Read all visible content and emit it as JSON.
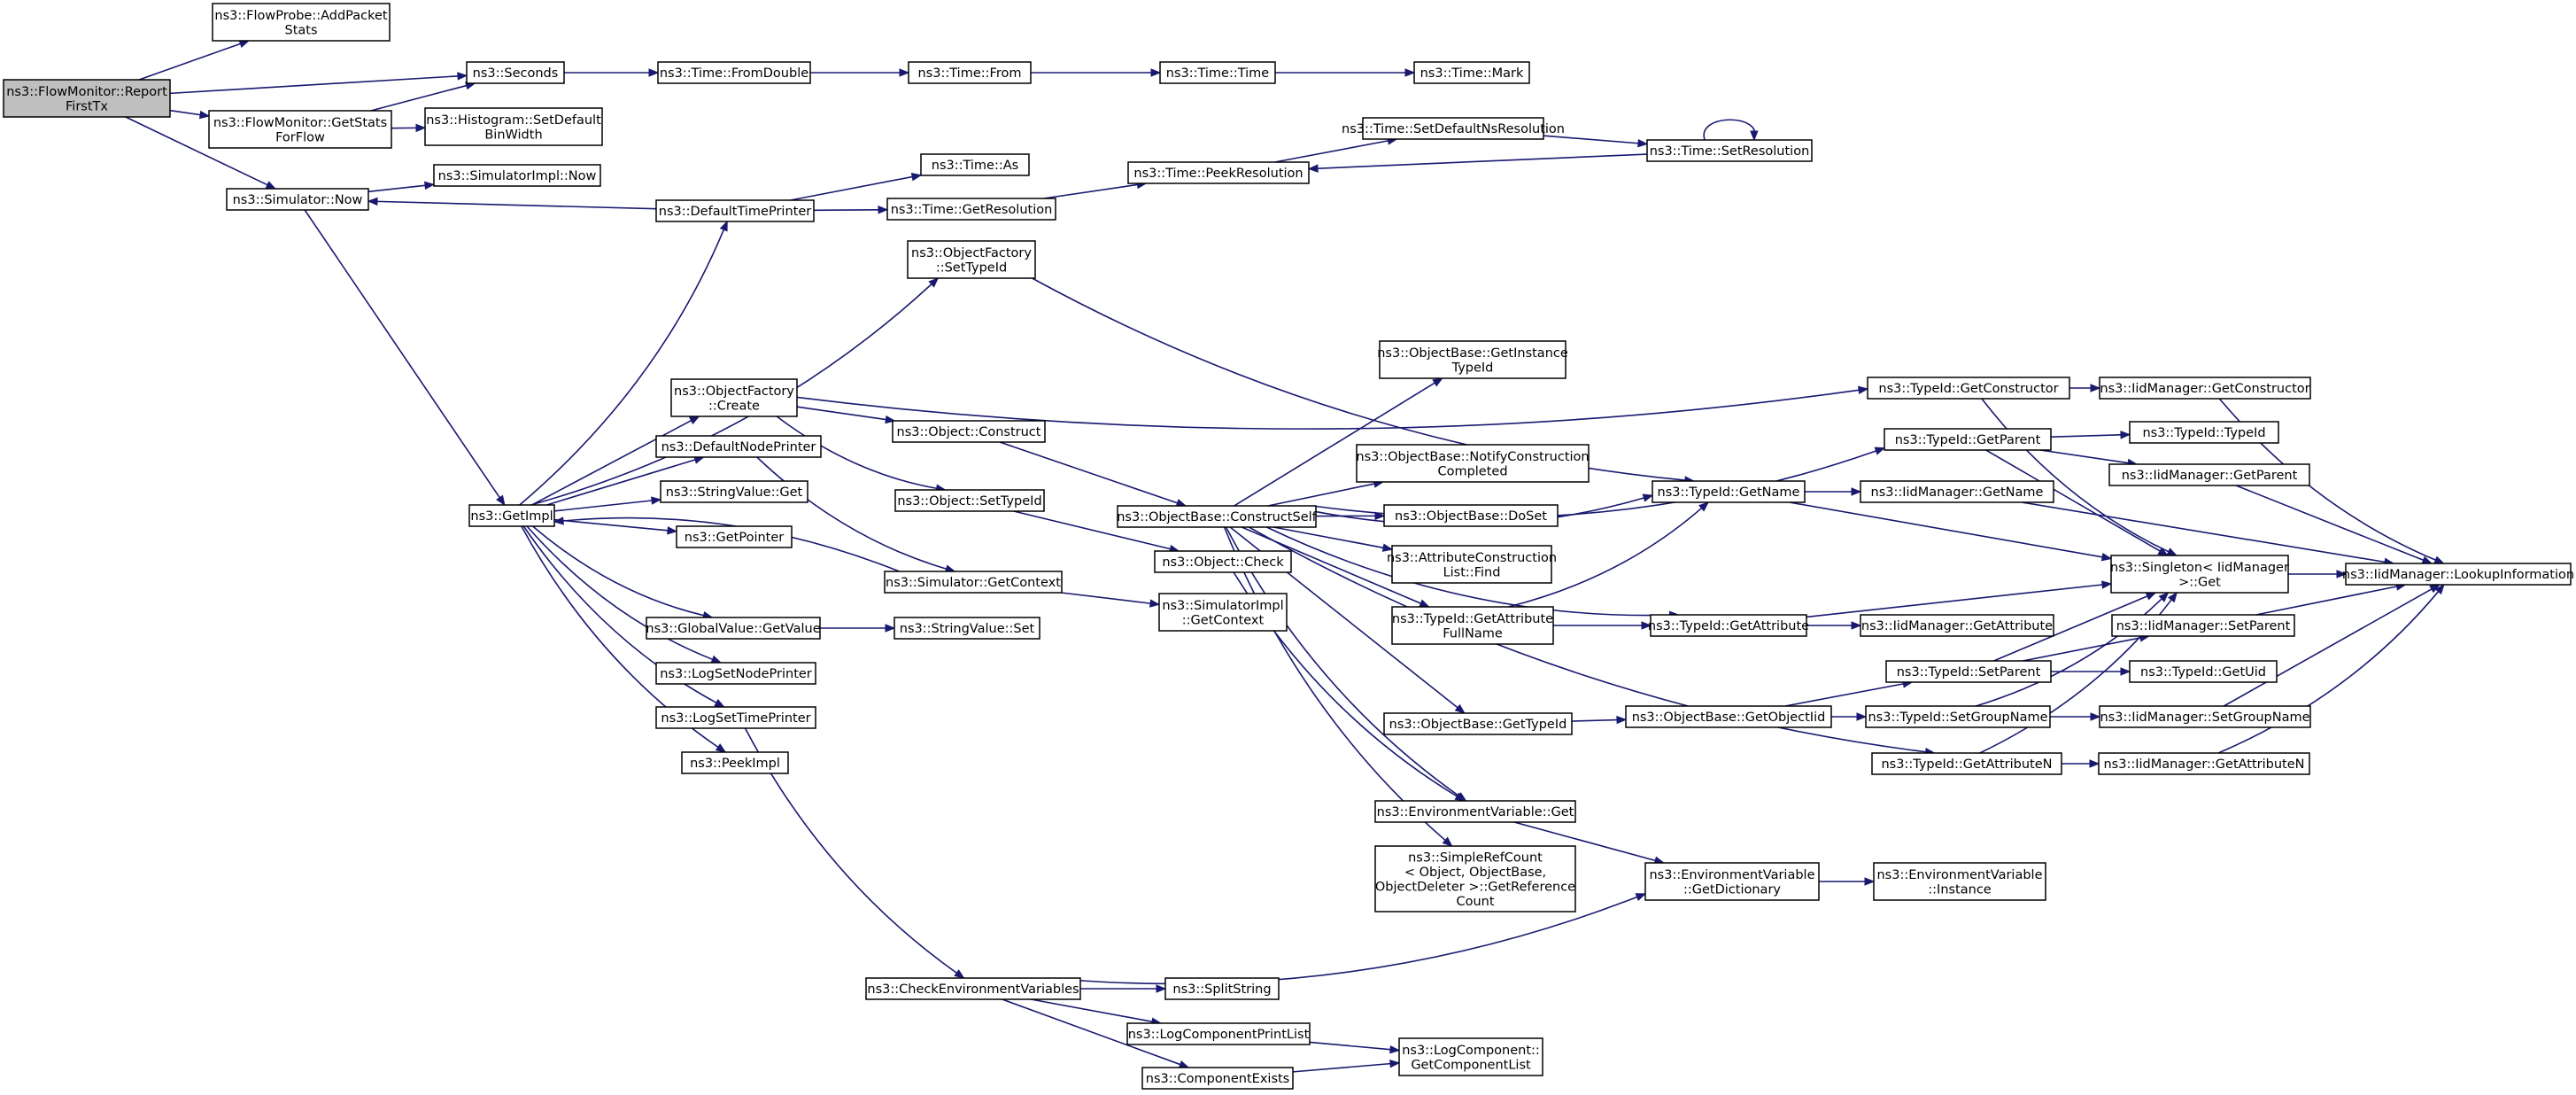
{
  "colors": {
    "edge": "#191970",
    "node_border": "#000000",
    "root_fill": "#bfbfbf",
    "node_fill": "#ffffff"
  },
  "nodes": {
    "root": [
      "ns3::FlowMonitor::Report",
      "FirstTx"
    ],
    "addpacket": [
      "ns3::FlowProbe::AddPacket",
      "Stats"
    ],
    "seconds": [
      "ns3::Seconds"
    ],
    "getstats": [
      "ns3::FlowMonitor::GetStats",
      "ForFlow"
    ],
    "histo": [
      "ns3::Histogram::SetDefault",
      "BinWidth"
    ],
    "simnow": [
      "ns3::Simulator::Now"
    ],
    "fromdouble": [
      "ns3::Time::FromDouble"
    ],
    "from": [
      "ns3::Time::From"
    ],
    "time": [
      "ns3::Time::Time"
    ],
    "mark": [
      "ns3::Time::Mark"
    ],
    "simimplnow": [
      "ns3::SimulatorImpl::Now"
    ],
    "defprinter": [
      "ns3::DefaultTimePrinter"
    ],
    "as": [
      "ns3::Time::As"
    ],
    "getres": [
      "ns3::Time::GetResolution"
    ],
    "peekres": [
      "ns3::Time::PeekResolution"
    ],
    "setdefns": [
      "ns3::Time::SetDefaultNsResolution"
    ],
    "setres": [
      "ns3::Time::SetResolution"
    ],
    "ofsettypeid": [
      "ns3::ObjectFactory",
      "::SetTypeId"
    ],
    "getimpl": [
      "ns3::GetImpl"
    ],
    "ofcreate": [
      "ns3::ObjectFactory",
      "::Create"
    ],
    "defnodeprinter": [
      "ns3::DefaultNodePrinter"
    ],
    "strget": [
      "ns3::StringValue::Get"
    ],
    "getpointer": [
      "ns3::GetPointer"
    ],
    "gvget": [
      "ns3::GlobalValue::GetValue"
    ],
    "logsetnode": [
      "ns3::LogSetNodePrinter"
    ],
    "logsettime": [
      "ns3::LogSetTimePrinter"
    ],
    "peekimpl": [
      "ns3::PeekImpl"
    ],
    "objconstruct": [
      "ns3::Object::Construct"
    ],
    "objsettypeid": [
      "ns3::Object::SetTypeId"
    ],
    "simgetctx": [
      "ns3::Simulator::GetContext"
    ],
    "strset": [
      "ns3::StringValue::Set"
    ],
    "constructself": [
      "ns3::ObjectBase::ConstructSelf"
    ],
    "objcheck": [
      "ns3::Object::Check"
    ],
    "simimplctx": [
      "ns3::SimulatorImpl",
      "::GetContext"
    ],
    "getinsttid": [
      "ns3::ObjectBase::GetInstance",
      "TypeId"
    ],
    "notifyconst": [
      "ns3::ObjectBase::NotifyConstruction",
      "Completed"
    ],
    "doset": [
      "ns3::ObjectBase::DoSet"
    ],
    "attrfind": [
      "ns3::AttributeConstruction",
      "List::Find"
    ],
    "getattrfull": [
      "ns3::TypeId::GetAttribute",
      "FullName"
    ],
    "obgettid": [
      "ns3::ObjectBase::GetTypeId"
    ],
    "envget": [
      "ns3::EnvironmentVariable::Get"
    ],
    "simplerc": [
      "ns3::SimpleRefCount",
      "< Object, ObjectBase,",
      "ObjectDeleter >::GetReference",
      "Count"
    ],
    "tidgetname": [
      "ns3::TypeId::GetName"
    ],
    "tidgetattr": [
      "ns3::TypeId::GetAttribute"
    ],
    "getobjtid": [
      "ns3::ObjectBase::GetObjectIid"
    ],
    "envdict": [
      "ns3::EnvironmentVariable",
      "::GetDictionary"
    ],
    "checkenv": [
      "ns3::CheckEnvironmentVariables"
    ],
    "splitstr": [
      "ns3::SplitString"
    ],
    "logprint": [
      "ns3::LogComponentPrintList"
    ],
    "compexists": [
      "ns3::ComponentExists"
    ],
    "logcomplist": [
      "ns3::LogComponent::",
      "GetComponentList"
    ],
    "envinst": [
      "ns3::EnvironmentVariable",
      "::Instance"
    ],
    "tidgetctor": [
      "ns3::TypeId::GetConstructor"
    ],
    "tidgetparent": [
      "ns3::TypeId::GetParent"
    ],
    "tidsetparent": [
      "ns3::TypeId::SetParent"
    ],
    "tidsetgroup": [
      "ns3::TypeId::SetGroupName"
    ],
    "tidgetattrn": [
      "ns3::TypeId::GetAttributeN"
    ],
    "iidgetname": [
      "ns3::IidManager::GetName"
    ],
    "iidgetattr": [
      "ns3::IidManager::GetAttribute"
    ],
    "singleton": [
      "ns3::Singleton< IidManager",
      " >::Get"
    ],
    "iidgetctor": [
      "ns3::IidManager::GetConstructor"
    ],
    "tidtypeid": [
      "ns3::TypeId::TypeId"
    ],
    "iidgetparent": [
      "ns3::IidManager::GetParent"
    ],
    "iidsetparent": [
      "ns3::IidManager::SetParent"
    ],
    "tidgetuid": [
      "ns3::TypeId::GetUid"
    ],
    "iidsetgroup": [
      "ns3::IidManager::SetGroupName"
    ],
    "iidgetattrn": [
      "ns3::IidManager::GetAttributeN"
    ],
    "lookup": [
      "ns3::IidManager::LookupInformation"
    ]
  }
}
